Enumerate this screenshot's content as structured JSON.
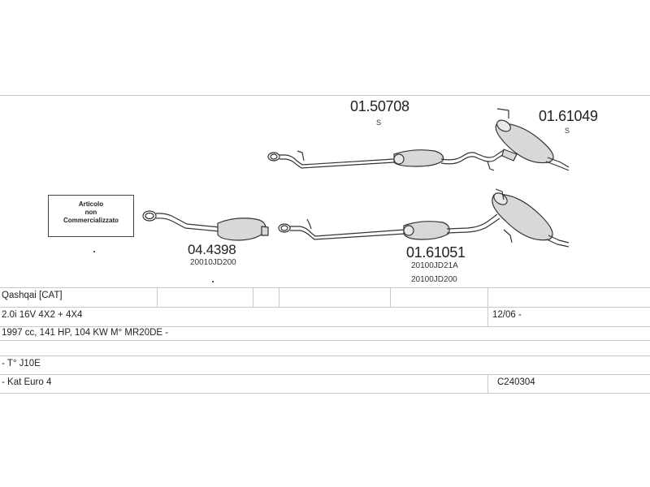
{
  "parts": {
    "rear_silencer_upper": {
      "number": "01.61049",
      "type": "S"
    },
    "mid_silencer_upper": {
      "number": "01.50708",
      "type": "S"
    },
    "catalyst": {
      "number": "04.4398",
      "oem": "20010JD200"
    },
    "mid_silencer_lower": {
      "number": "01.61051",
      "oem_1": "20100JD21A",
      "oem_2": "20100JD200"
    }
  },
  "notice": {
    "line1": "Articolo",
    "line2": "non",
    "line3": "Commercializzato"
  },
  "table": {
    "model": "Qashqai  [CAT]",
    "engine": "2.0i 16V 4X2 + 4X4",
    "date_range": "12/06 -",
    "specs": "1997 cc, 141 HP, 104 KW M° MR20DE -",
    "type_code": "- T° J10E",
    "emission": "- Kat Euro 4",
    "reference": "C240304"
  },
  "colors": {
    "line": "#c8c8c8",
    "drawing": "#333333",
    "fill": "#d8d8d8"
  }
}
